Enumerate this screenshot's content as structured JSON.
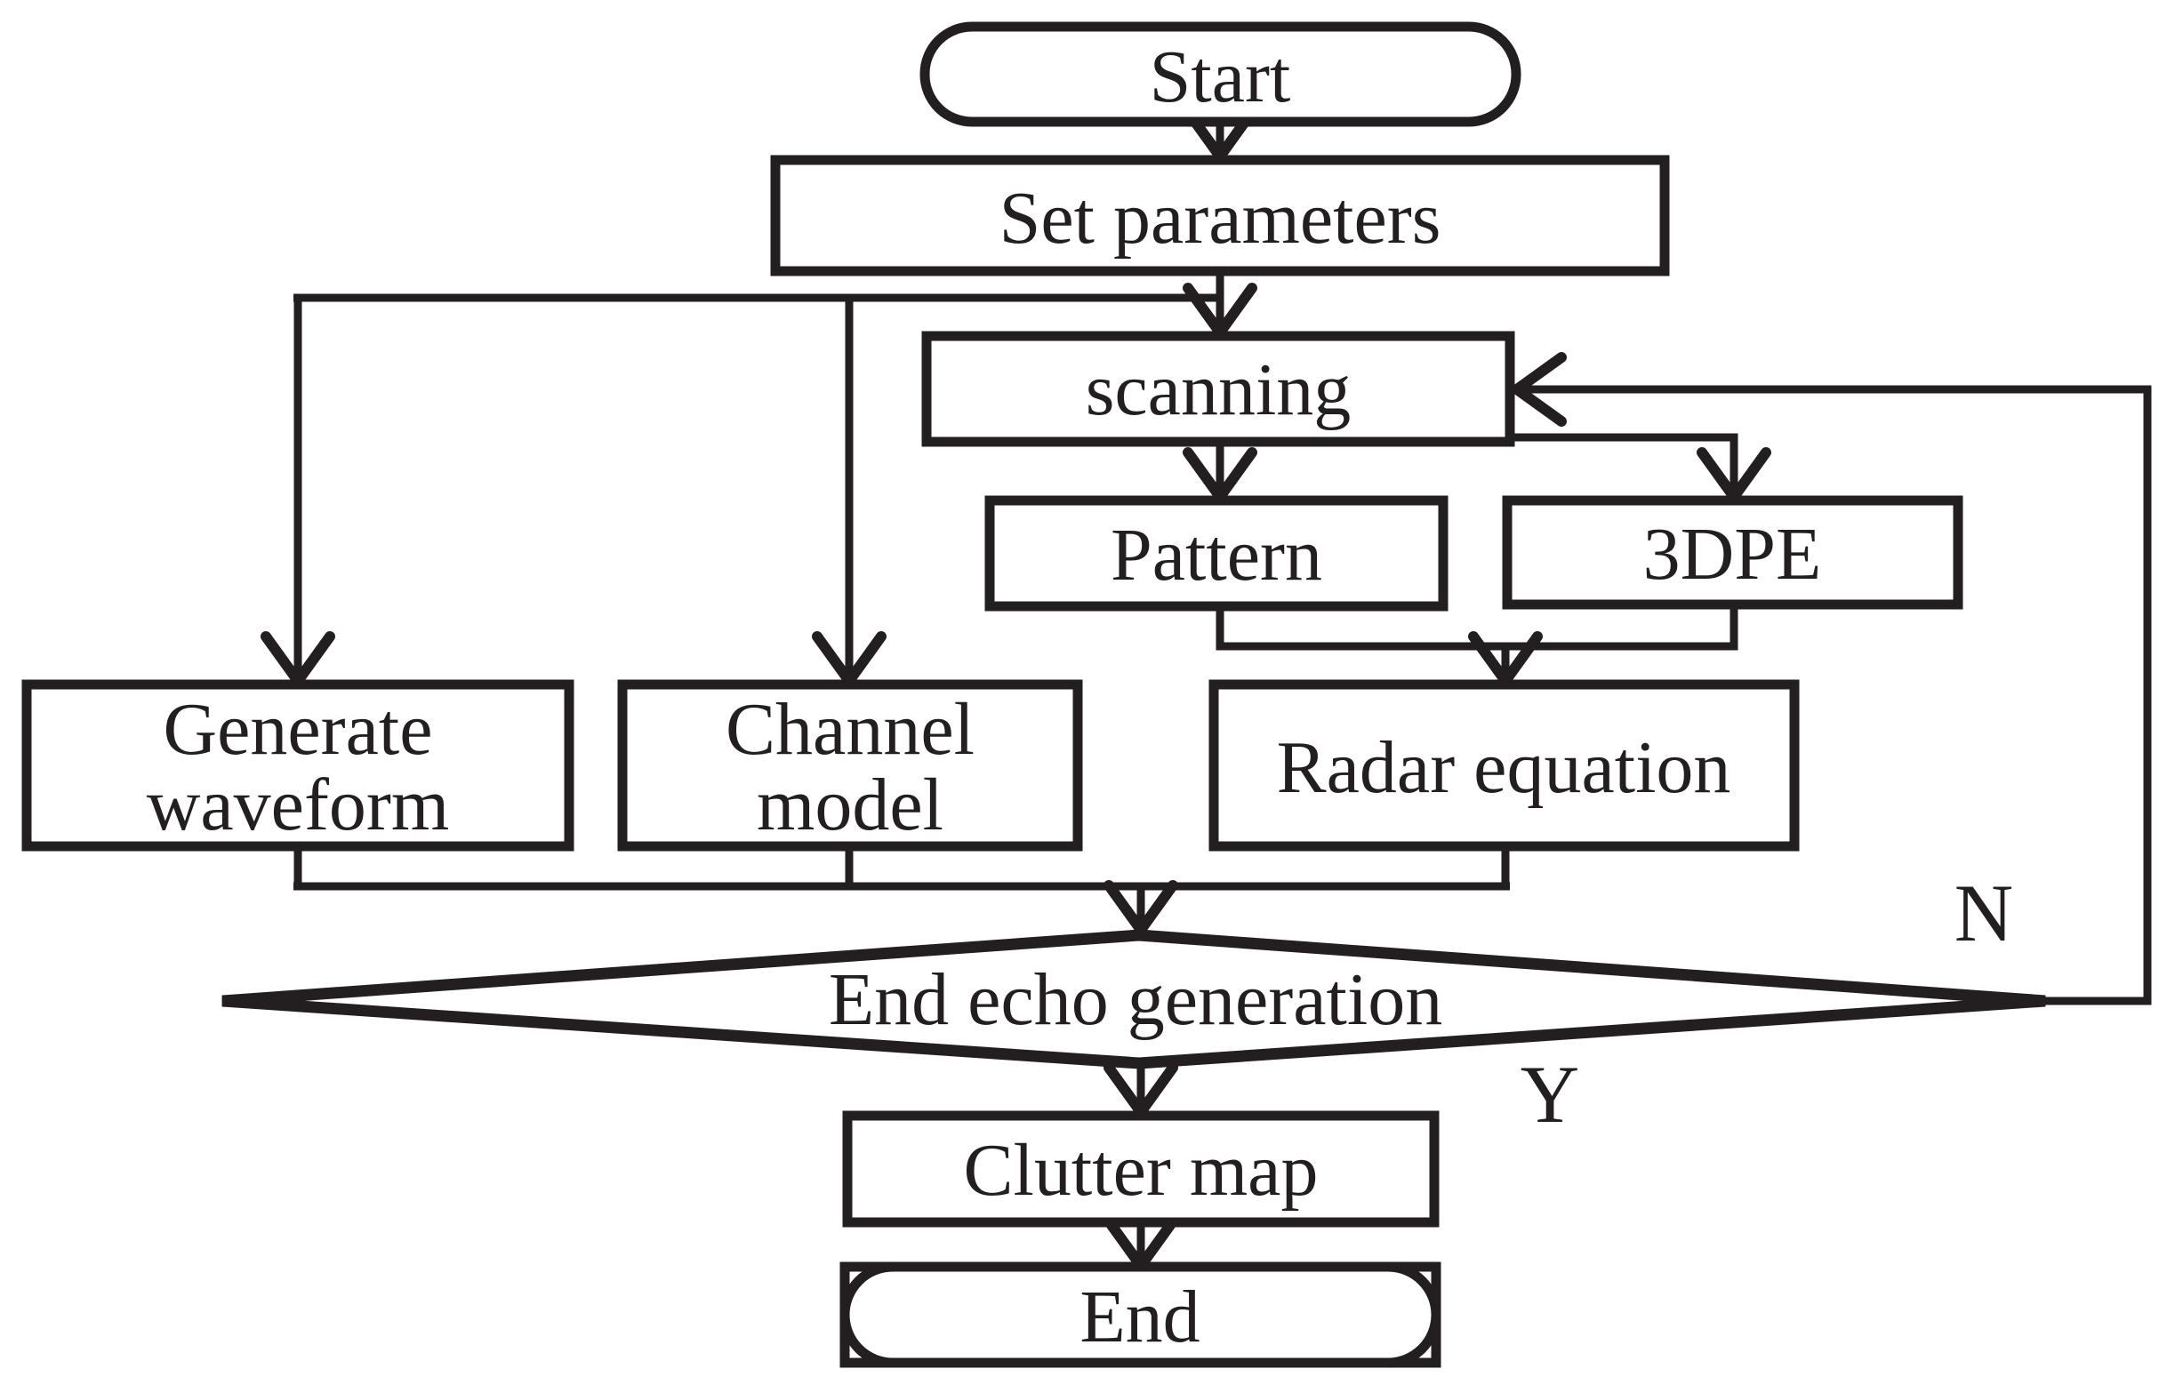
{
  "flowchart": {
    "colors": {
      "ink": "#231f20",
      "paper": "#ffffff"
    },
    "nodes": {
      "start": {
        "label": "Start",
        "shape": "terminator"
      },
      "set_parameters": {
        "label": "Set parameters",
        "shape": "process"
      },
      "scanning": {
        "label": "scanning",
        "shape": "process"
      },
      "pattern": {
        "label": "Pattern",
        "shape": "process"
      },
      "three_dpe": {
        "label": "3DPE",
        "shape": "process"
      },
      "generate_waveform": {
        "label": "Generate waveform",
        "line1": "Generate",
        "line2": "waveform",
        "shape": "process"
      },
      "channel_model": {
        "label": "Channel model",
        "line1": "Channel",
        "line2": "model",
        "shape": "process"
      },
      "radar_equation": {
        "label": "Radar equation",
        "shape": "process"
      },
      "end_echo_generation": {
        "label": "End echo generation",
        "shape": "decision"
      },
      "clutter_map": {
        "label": "Clutter map",
        "shape": "process"
      },
      "end": {
        "label": "End",
        "shape": "terminator"
      }
    },
    "branch_labels": {
      "no": "N",
      "yes": "Y"
    },
    "edges": [
      {
        "from": "start",
        "to": "set_parameters",
        "label": ""
      },
      {
        "from": "set_parameters",
        "to": "generate_waveform",
        "label": ""
      },
      {
        "from": "set_parameters",
        "to": "channel_model",
        "label": ""
      },
      {
        "from": "set_parameters",
        "to": "scanning",
        "label": ""
      },
      {
        "from": "scanning",
        "to": "pattern",
        "label": ""
      },
      {
        "from": "scanning",
        "to": "three_dpe",
        "label": ""
      },
      {
        "from": "pattern",
        "to": "radar_equation",
        "label": ""
      },
      {
        "from": "three_dpe",
        "to": "radar_equation",
        "label": ""
      },
      {
        "from": "generate_waveform",
        "to": "end_echo_generation",
        "label": ""
      },
      {
        "from": "channel_model",
        "to": "end_echo_generation",
        "label": ""
      },
      {
        "from": "radar_equation",
        "to": "end_echo_generation",
        "label": ""
      },
      {
        "from": "end_echo_generation",
        "to": "scanning",
        "label": "N"
      },
      {
        "from": "end_echo_generation",
        "to": "clutter_map",
        "label": "Y"
      },
      {
        "from": "clutter_map",
        "to": "end",
        "label": ""
      }
    ]
  }
}
